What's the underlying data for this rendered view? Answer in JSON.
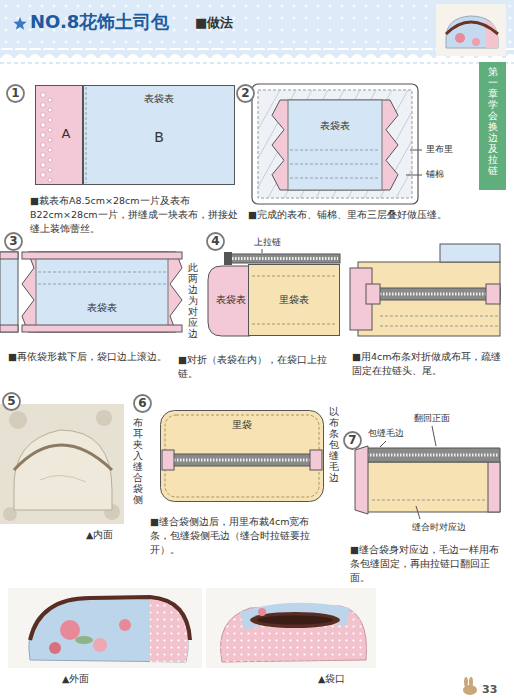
{
  "diagram": {
    "title": "NO.8花饰土司包",
    "nodes": [
      {
        "text": [
          "1"
        ]
      },
      {
        "text": [
          "A"
        ]
      },
      {
        "text": [
          "表袋表",
          "B"
        ]
      },
      {
        "text": [
          "2"
        ]
      },
      {
        "text": [
          "表袋表"
        ]
      },
      {
        "text": [
          "第一章 学会换边及拉链"
        ]
      },
      {
        "text": [
          "3"
        ]
      },
      {
        "text": [
          "表袋表"
        ]
      },
      {
        "text": [
          "4"
        ]
      },
      {
        "text": [
          "表袋表"
        ]
      },
      {
        "text": [
          "里袋表"
        ]
      },
      {
        "text": [
          "5"
        ]
      },
      {
        "text": [
          "6"
        ]
      },
      {
        "text": [
          "里袋"
        ]
      },
      {
        "text": [
          "7"
        ]
      }
    ],
    "labels": [
      "■做法",
      "■裁表布A8.5cm×28cm一片及表布B22cm×28cm一片，拼缝成一块表布，拼接处缝上装饰蕾丝。",
      "里布里",
      "铺棉",
      "■完成的表布、铺棉、里布三层叠好做压缝。",
      "此两边为对应边",
      "■再依袋形裁下后，袋口边上滚边。",
      "上拉链",
      "■对折（表袋在内），在袋口上拉链。",
      "■用4cm布条对折做成布耳，疏缝固定在拉链头、尾。",
      "▲内面",
      "布耳夹入缝合袋侧",
      "以布条包缝毛边",
      "■缝合袋侧边后，用里布裁4cm宽布条，包缝袋侧毛边（缝合时拉链要拉开）。",
      "翻回正面",
      "包缝毛边",
      "缝合时对应边",
      "■缝合袋身对应边，毛边一样用布条包缝固定，再由拉链口翻回正面。",
      "▲外面",
      "▲袋口",
      "33"
    ]
  }
}
